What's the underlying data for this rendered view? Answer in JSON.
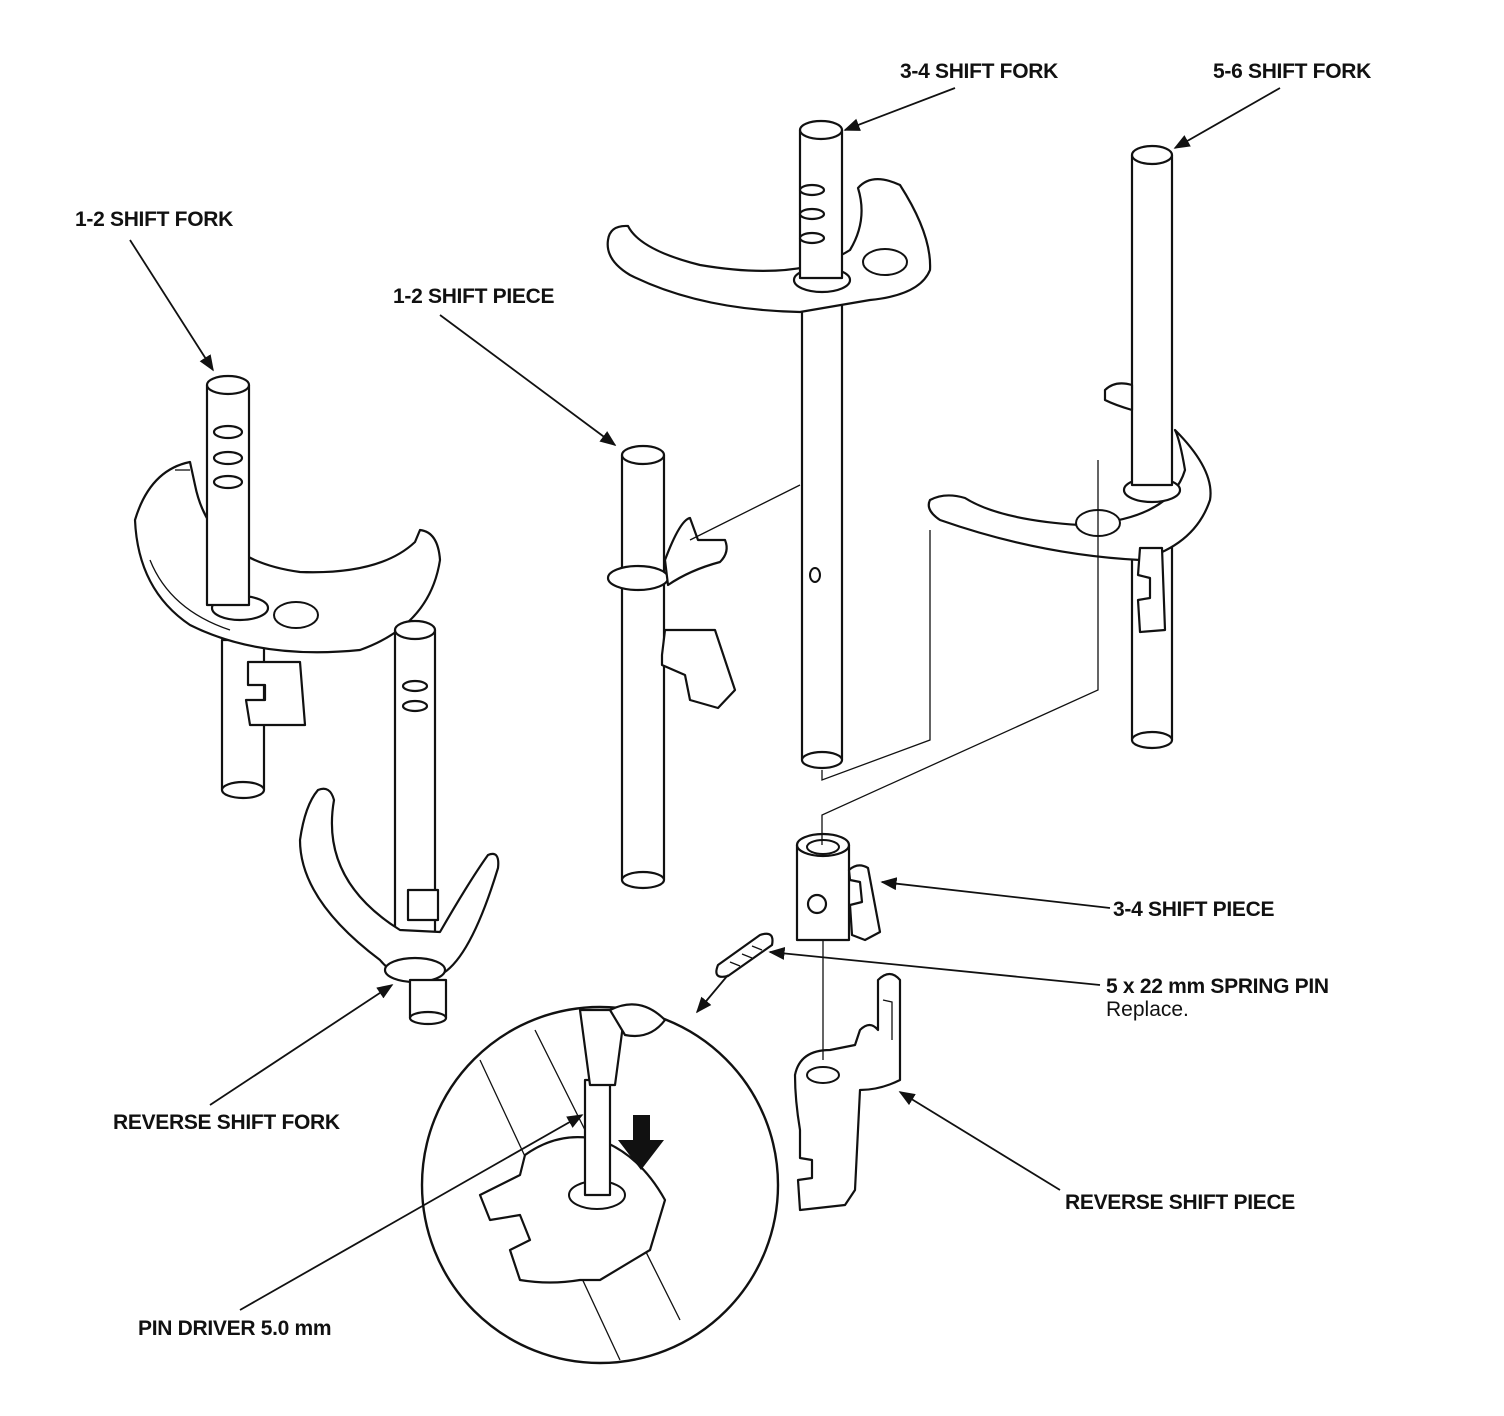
{
  "labels": {
    "fork_34": "3-4 SHIFT FORK",
    "fork_56": "5-6 SHIFT FORK",
    "fork_12": "1-2 SHIFT FORK",
    "piece_12": "1-2 SHIFT PIECE",
    "piece_34": "3-4 SHIFT PIECE",
    "spring_pin": "5 x 22 mm SPRING PIN",
    "spring_pin_note": "Replace.",
    "reverse_fork": "REVERSE SHIFT FORK",
    "reverse_piece": "REVERSE SHIFT PIECE",
    "pin_driver": "PIN DRIVER 5.0 mm"
  },
  "colors": {
    "line": "#111111",
    "background": "#ffffff"
  }
}
